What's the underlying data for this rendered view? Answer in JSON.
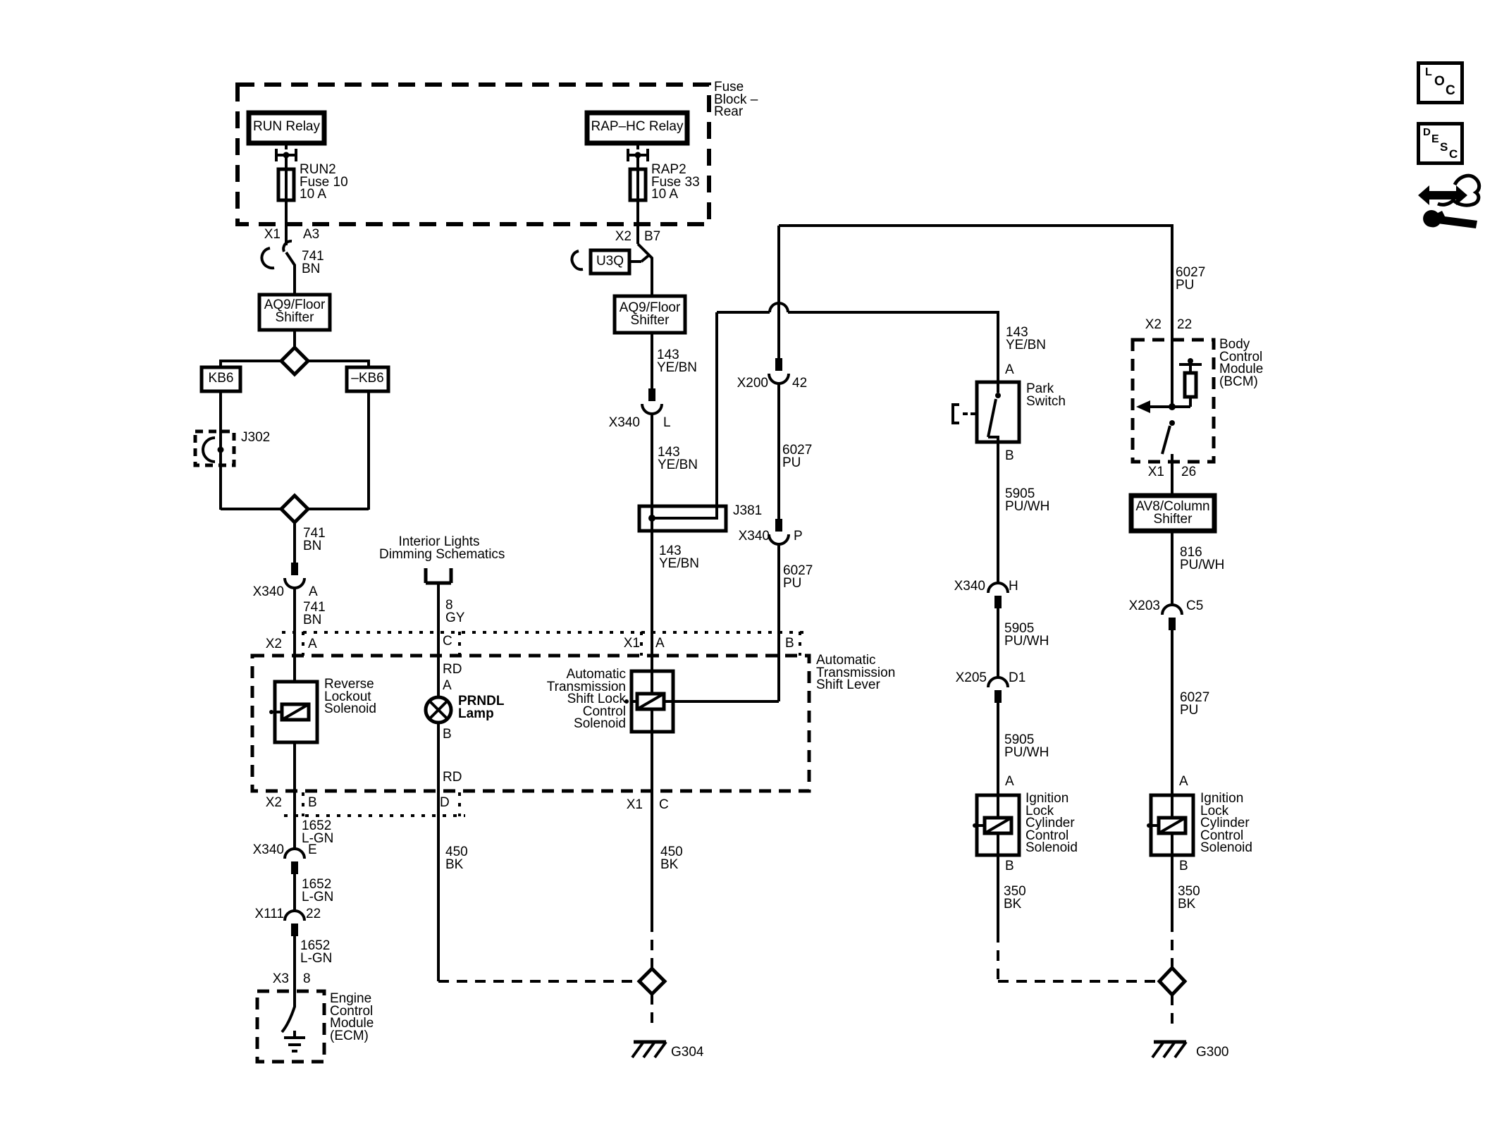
{
  "labels": {
    "fuse_block": "Fuse\nBlock –\nRear",
    "run_relay": "RUN Relay",
    "run_fuse": "RUN2\nFuse 10\n10 A",
    "rap_relay": "RAP–HC Relay",
    "rap_fuse": "RAP2\nFuse 33\n10 A",
    "x1_a3_name": "X1",
    "x1_a3_pin": "A3",
    "wire_741_a": "741\nBN",
    "wire_741_b": "741\nBN",
    "wire_741_c": "741\nBN",
    "aq9_shifter_1": "AQ9/Floor\nShifter",
    "aq9_shifter_2": "AQ9/Floor\nShifter",
    "kb6": "KB6",
    "kb6_neg": "–KB6",
    "j302": "J302",
    "x340_a_name": "X340",
    "x340_a_pin": "A",
    "x2_a_name": "X2",
    "x2_a_pin": "A",
    "reverse_lockout": "Reverse\nLockout\nSolenoid",
    "x2_b_name": "X2",
    "x2_b_pin": "B",
    "wire_1652_a": "1652\nL-GN",
    "wire_1652_b": "1652\nL-GN",
    "wire_1652_c": "1652\nL-GN",
    "x340_e_name": "X340",
    "x340_e_pin": "E",
    "x111_name": "X111",
    "x111_pin": "22",
    "x3_name": "X3",
    "x3_pin": "8",
    "ecm": "Engine\nControl\nModule\n(ECM)",
    "interior_lights": "Interior Lights\nDimming Schematics",
    "wire_8_gy": "8\nGY",
    "lamp_pin_c": "C",
    "lamp_rd_top": "RD",
    "lamp_pin_a": "A",
    "prndl_lamp": "PRNDL\nLamp",
    "lamp_pin_b": "B",
    "lamp_rd_bottom": "RD",
    "lamp_pin_d": "D",
    "wire_450_lamp": "450\nBK",
    "x2_b7_name": "X2",
    "x2_b7_pin": "B7",
    "u3q": "U3Q",
    "wire_143_a": "143\nYE/BN",
    "wire_143_b": "143\nYE/BN",
    "wire_143_c": "143\nYE/BN",
    "wire_143_d": "143\nYE/BN",
    "x340_l_name": "X340",
    "x340_l_pin": "L",
    "j381": "J381",
    "x200_name": "X200",
    "x200_pin": "42",
    "wire_6027_a": "6027\nPU",
    "wire_6027_b": "6027\nPU",
    "wire_6027_c": "6027\nPU",
    "wire_6027_d": "6027\nPU",
    "x340_p_name": "X340",
    "x340_p_pin": "P",
    "atsl_x1_a_name": "X1",
    "atsl_x1_a_pin": "A",
    "atsl_pin_b": "B",
    "atsl_solenoid": "Automatic\nTransmission\nShift Lock\nControl\nSolenoid",
    "shift_lever": "Automatic\nTransmission\nShift Lever",
    "atsl_x1_c_name": "X1",
    "atsl_x1_c_pin": "C",
    "wire_450_atsl": "450\nBK",
    "park_pin_a": "A",
    "park_switch": "Park\nSwitch",
    "park_pin_b": "B",
    "wire_5905_a": "5905\nPU/WH",
    "wire_5905_b": "5905\nPU/WH",
    "wire_5905_c": "5905\nPU/WH",
    "x340_h_name": "X340",
    "x340_h_pin": "H",
    "x205_name": "X205",
    "x205_pin": "D1",
    "ign_left_pin_a": "A",
    "ign_left_pin_b": "B",
    "ign_left": "Ignition\nLock\nCylinder\nControl\nSolenoid",
    "ign_right_pin_a": "A",
    "ign_right_pin_b": "B",
    "ign_right": "Ignition\nLock\nCylinder\nControl\nSolenoid",
    "wire_350_left": "350\nBK",
    "wire_350_right": "350\nBK",
    "bcm": "Body\nControl\nModule\n(BCM)",
    "bcm_x2_name": "X2",
    "bcm_x2_pin": "22",
    "bcm_x1_name": "X1",
    "bcm_x1_pin": "26",
    "av8_shifter": "AV8/Column\nShifter",
    "wire_816": "816\nPU/WH",
    "x203_name": "X203",
    "x203_pin": "C5",
    "g304": "G304",
    "g300": "G300"
  },
  "icons": {
    "loc": [
      "L",
      "O",
      "C"
    ],
    "desc": [
      "D",
      "E",
      "S",
      "C"
    ]
  },
  "colors": {
    "line": "#000000",
    "background": "#ffffff"
  }
}
